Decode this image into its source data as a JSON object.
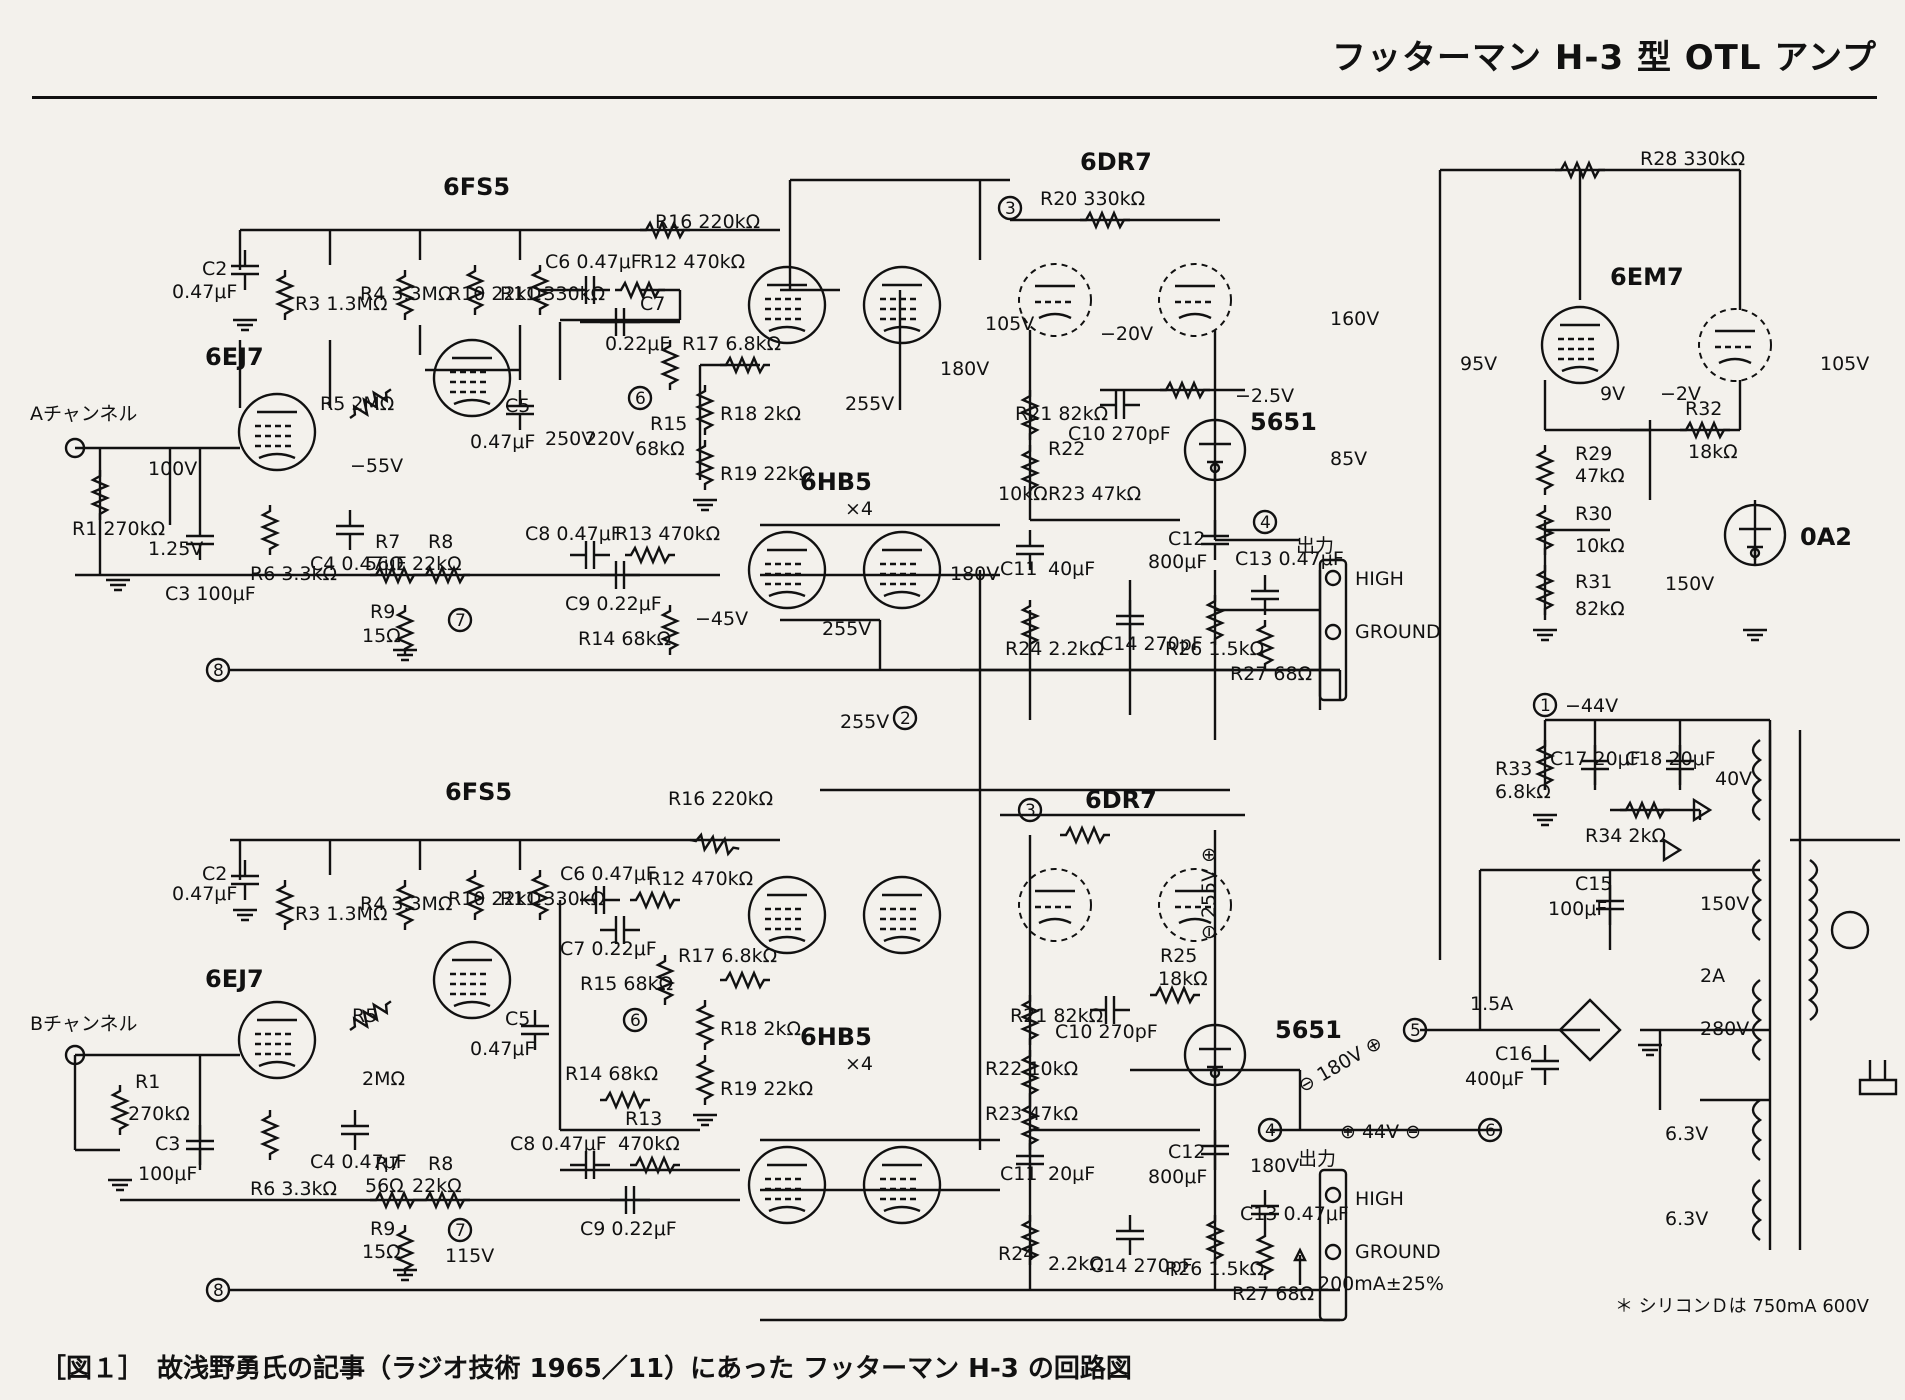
{
  "header": {
    "title": "フッターマン H-3 型 OTL アンプ"
  },
  "caption": "［図１］　故浅野勇氏の記事（ラジオ技術 1965／11）にあった フッターマン H-3 の回路図",
  "footnote": "＊ シリコンＤは 750mA 600V",
  "tubes": {
    "t6fs5_a": "6FS5",
    "t6ej7_a": "6EJ7",
    "t6dr7_a": "6DR7",
    "t5651_a": "5651",
    "t6hb5_a": "6HB5",
    "t6em7": "6EM7",
    "t0a2": "0A2",
    "t6fs5_b": "6FS5",
    "t6ej7_b": "6EJ7",
    "t6dr7_b": "6DR7",
    "t5651_b": "5651",
    "t6hb5_b": "6HB5",
    "x4_a": "×4",
    "x4_b": "×4"
  },
  "inputs": {
    "a": "Aチャンネル",
    "b": "Bチャンネル"
  },
  "outputs": {
    "label_a": "出力",
    "label_b": "出力",
    "high": "HIGH",
    "ground": "GROUND",
    "current": "200mA±25%"
  },
  "components_a": {
    "r1": "R1 270kΩ",
    "r3": "R3 1.3MΩ",
    "r4": "R4 3.3MΩ",
    "r5": "R5 2MΩ",
    "r6": "R6 3.3kΩ",
    "r7": "R7",
    "r7v": "56Ω",
    "r8": "R8",
    "r8v": "22kΩ",
    "r9": "R9",
    "r9v": "15Ω",
    "r10": "R10 22kΩ",
    "r11": "R11 330kΩ",
    "r12": "R12 470kΩ",
    "r13": "R13 470kΩ",
    "r14": "R14 68kΩ",
    "r15": "R15",
    "r15v": "68kΩ",
    "r16": "R16 220kΩ",
    "r17": "R17 6.8kΩ",
    "r18": "R18 2kΩ",
    "r19": "R19 22kΩ",
    "r20": "R20 330kΩ",
    "r21": "R21 82kΩ",
    "r22": "R22",
    "r23": "R23 47kΩ",
    "r22v": "10kΩ",
    "r24": "R24 2.2kΩ",
    "r26": "R26 1.5kΩ",
    "r27": "R27 68Ω",
    "c2": "C2",
    "c2v": "0.47μF",
    "c3": "C3 100μF",
    "c4": "C4 0.47μF",
    "c5": "C5",
    "c5v": "0.47μF",
    "c6": "C6 0.47μF",
    "c7": "C7",
    "c7v": "0.22μF",
    "c8": "C8 0.47μF",
    "c9": "C9 0.22μF",
    "c10": "C10 270pF",
    "c11": "C11",
    "c11v": "40μF",
    "c12": "C12",
    "c12v": "800μF",
    "c13": "C13 0.47μF",
    "c14": "C14 270pF"
  },
  "components_b": {
    "r1": "R1",
    "r1v": "270kΩ",
    "r3": "R3 1.3MΩ",
    "r4": "R4 3.3MΩ",
    "r5": "R5",
    "r5v": "2MΩ",
    "r6": "R6 3.3kΩ",
    "r7": "R7",
    "r7v": "56Ω",
    "r8": "R8",
    "r8v": "22kΩ",
    "r9": "R9",
    "r9v": "15Ω",
    "r10": "R10 22kΩ",
    "r11": "R11 330kΩ",
    "r12": "R12 470kΩ",
    "r13": "R13",
    "r13v": "470kΩ",
    "r14": "R14 68kΩ",
    "r15": "R15 68kΩ",
    "r16": "R16 220kΩ",
    "r17": "R17 6.8kΩ",
    "r18": "R18 2kΩ",
    "r19": "R19 22kΩ",
    "r21": "R21 82kΩ",
    "r22": "R22 10kΩ",
    "r23": "R23 47kΩ",
    "r24": "R24",
    "r24v": "2.2kΩ",
    "r25": "R25",
    "r25v": "18kΩ",
    "r26": "R26 1.5kΩ",
    "r27": "R27 68Ω",
    "c2": "C2",
    "c2v": "0.47μF",
    "c3": "C3",
    "c3v": "100μF",
    "c4": "C4 0.47μF",
    "c5": "C5",
    "c5v": "0.47μF",
    "c6": "C6 0.47μF",
    "c7": "C7 0.22μF",
    "c8": "C8 0.47μF",
    "c9": "C9 0.22μF",
    "c10": "C10 270pF",
    "c11": "C11",
    "c11v": "20μF",
    "c12": "C12",
    "c12v": "800μF",
    "c13": "C13 0.47μF",
    "c14": "C14 270pF"
  },
  "voltages": {
    "a_100v": "100V",
    "a_125v": "1.25V",
    "a_55v": "−55V",
    "a_250v": "250V",
    "a_220v": "220V",
    "a_255v_1": "255V",
    "a_180v_1": "180V",
    "a_180v_2": "180V",
    "a_255v_2": "255V",
    "a_45v": "−45V",
    "a_105v": "105V",
    "a_20v": "−20V",
    "a_160v": "160V",
    "a_25v": "−2.5V",
    "a_85v": "85V",
    "n255v": "255V",
    "b_115v": "115V",
    "b_180v": "180V",
    "b_255vplus": "⊖ 255V ⊕",
    "b_180vminus": "⊖ 180V ⊕",
    "b_44v": "⊕ 44V ⊖",
    "em_95v": "95V",
    "em_9v": "9V",
    "em_2v": "−2V",
    "em_105v": "105V",
    "em_150v": "150V"
  },
  "supply": {
    "r28": "R28 330kΩ",
    "r29": "R29",
    "r29v": "47kΩ",
    "r30": "R30",
    "r30v": "10kΩ",
    "r31": "R31",
    "r31v": "82kΩ",
    "r32": "R32",
    "r32v": "18kΩ",
    "r33": "R33",
    "r33v": "6.8kΩ",
    "r34": "R34 2kΩ",
    "c15": "C15",
    "c15v": "100μF",
    "c16": "C16",
    "c16v": "400μF",
    "c17": "C17 20μF",
    "c18": "C18 20μF",
    "m44v": "−44V",
    "v40": "40V",
    "v150": "150V",
    "v280": "280V",
    "v63a": "6.3V",
    "v63b": "6.3V",
    "fuse15": "1.5A",
    "fuse2": "2A"
  },
  "nodes": {
    "n1": "1",
    "n2": "2",
    "n3": "3",
    "n4": "4",
    "n5": "5",
    "n6": "6",
    "n7": "7",
    "n8": "8"
  }
}
